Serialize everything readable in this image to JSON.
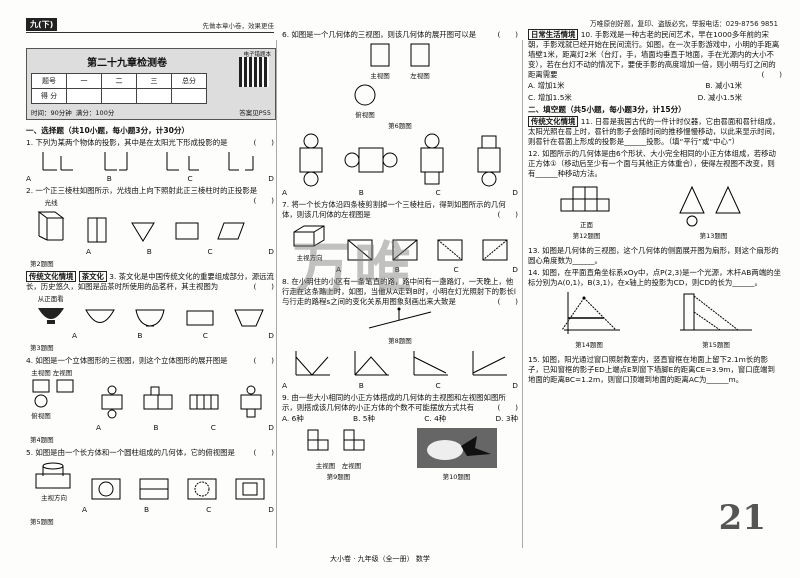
{
  "header": {
    "tag": "九(下)",
    "slogan": "先做本章小卷，效果更佳",
    "top_right": "万唯原创好题，复印、盗版必究，举报电话：029-8756 9851",
    "title": "第二十九章检测卷",
    "score_table": {
      "row1": [
        "题号",
        "一",
        "二",
        "三",
        "总分"
      ],
      "row2_label": "得 分"
    },
    "qr_label": "电子错题本",
    "time": "时间：90分钟",
    "full_score": "满分：100分",
    "answer_hint": "答案见P55"
  },
  "col1": {
    "section1": "一、选择题（共10小题，每小题3分，计30分）",
    "q1": "1. 下列为某两个物体的投影，其中是在太阳光下形成投影的是",
    "q1_opts": [
      "A",
      "B",
      "C",
      "D"
    ],
    "q2": "2. 一个正三棱柱如图所示，光线由上向下照射此正三棱柱时的正投影是",
    "q2_light": "光线",
    "q2_opts": [
      "A",
      "B",
      "C",
      "D"
    ],
    "q2_cap": "第2题图",
    "q3_tags": [
      "传统文化情境",
      "茶文化"
    ],
    "q3": "3. 茶文化是中国传统文化的重要组成部分，源远流长，历史悠久，如图是品茶时所使用的品茗杯，其主视图为",
    "q3_label": "从正面看",
    "q3_opts": [
      "A",
      "B",
      "C",
      "D"
    ],
    "q3_cap": "第3题图",
    "q4": "4. 如图是一个立体图形的三视图，则这个立体图形的展开图是",
    "q4_views": [
      "主视图",
      "左视图",
      "俯视图"
    ],
    "q4_opts": [
      "A",
      "B",
      "C",
      "D"
    ],
    "q4_cap": "第4题图",
    "q5": "5. 如图是由一个长方体和一个圆柱组成的几何体，它的俯视图是",
    "q5_label": "主视方向",
    "q5_opts": [
      "A",
      "B",
      "C",
      "D"
    ],
    "q5_cap": "第5题图"
  },
  "col2": {
    "q6": "6. 如图是一个几何体的三视图，则该几何体的展开图可以是",
    "q6_views": [
      "主视图",
      "左视图",
      "俯视图"
    ],
    "q6_cap": "第6题图",
    "q6_opts": [
      "A",
      "B",
      "C",
      "D"
    ],
    "q7": "7. 将一个长方体沿四条棱剪割掉一个三棱柱后，得到如图所示的几何体，则该几何体的左视图是",
    "q7_label": "主视方向",
    "q7_opts": [
      "A",
      "B",
      "C",
      "D"
    ],
    "q8": "8. 在小明住的小区有一条笔直的路，路中间有一盏路灯，一天晚上，他行走在这条路上时，如图，当他从A走到B时，小明在灯光照射下的影长l与行走的路程s之间的变化关系用图象刻画出来大致是",
    "q8_cap": "第8题图",
    "q8_opts": [
      "A",
      "B",
      "C",
      "D"
    ],
    "q9": "9. 由一些大小相同的小正方体搭成的几何体的主视图和左视图如图所示，则搭成该几何体的小正方体的个数不可能摆放方式共有",
    "q9_opts": [
      "A. 6种",
      "B. 5种",
      "C. 4种",
      "D. 3种"
    ],
    "q9_views": [
      "主视图",
      "左视图"
    ],
    "q9_cap": "第9题图",
    "q10_cap": "第10题图",
    "footer": "大小卷 · 九年级（全一册）  数学"
  },
  "col3": {
    "q10_tag": "日常生活情境",
    "q10": "10. 手影戏是一种古老的民间艺术，早在1000多年前的宋朝，手影戏就已经开始在民间流行。如图，在一次手影游戏中，小明的手距离墙壁1米，距离灯2米（台灯，手，墙面均垂直于地面，手在光源内的大小不变），若在台灯不动的情况下，要使手影的高度增加一倍，则小明与灯之间的距离需要",
    "q10_opts": [
      "A. 增加1米",
      "B. 减小1米",
      "C. 增加1.5米",
      "D. 减小1.5米"
    ],
    "section2": "二、填空题（共5小题，每小题3分，计15分）",
    "q11_tag": "传统文化情境",
    "q11": "11. 日晷是我国古代的一件计时仪器，它由晷面和晷针组成，太阳光照在晷上时，晷针的影子会随时间的推移慢慢移动，以此来显示时间，则晷针在晷面上形成的投影是______投影。（填“平行”或“中心”）",
    "q12": "12. 如图所示的几何体是由6个形状、大小完全相同的小正方体组成，若移动正方体①（移动后至少有一个面与其他正方体重合），使得左视图不改变，则有______种移动方法。",
    "q12_label": "正面",
    "q12_cap": "第12题图",
    "q13_cap": "第13题图",
    "q13": "13. 如图是几何体的三视图，这个几何体的侧面展开图为扇形，则这个扇形的圆心角度数为______。",
    "q14": "14. 如图，在平面直角坐标系xOy中，点P(2,3)是一个光源，木杆AB两端的坐标分别为A(0,1)，B(3,1)，在x轴上的投影为CD，则CD的长为______。",
    "q14_cap": "第14题图",
    "q15_cap": "第15题图",
    "q15": "15. 如图，阳光通过窗口照射教室内，竖直窗框在地面上留下2.1m长的影子，已知窗框的影子ED上端点E到窗下墙脚E的距离CE=3.9m，窗口底端到地面的距离BC=1.2m，则窗口顶端到地面的距离AC为______m。",
    "page_number": "21"
  },
  "watermark": "万唯"
}
